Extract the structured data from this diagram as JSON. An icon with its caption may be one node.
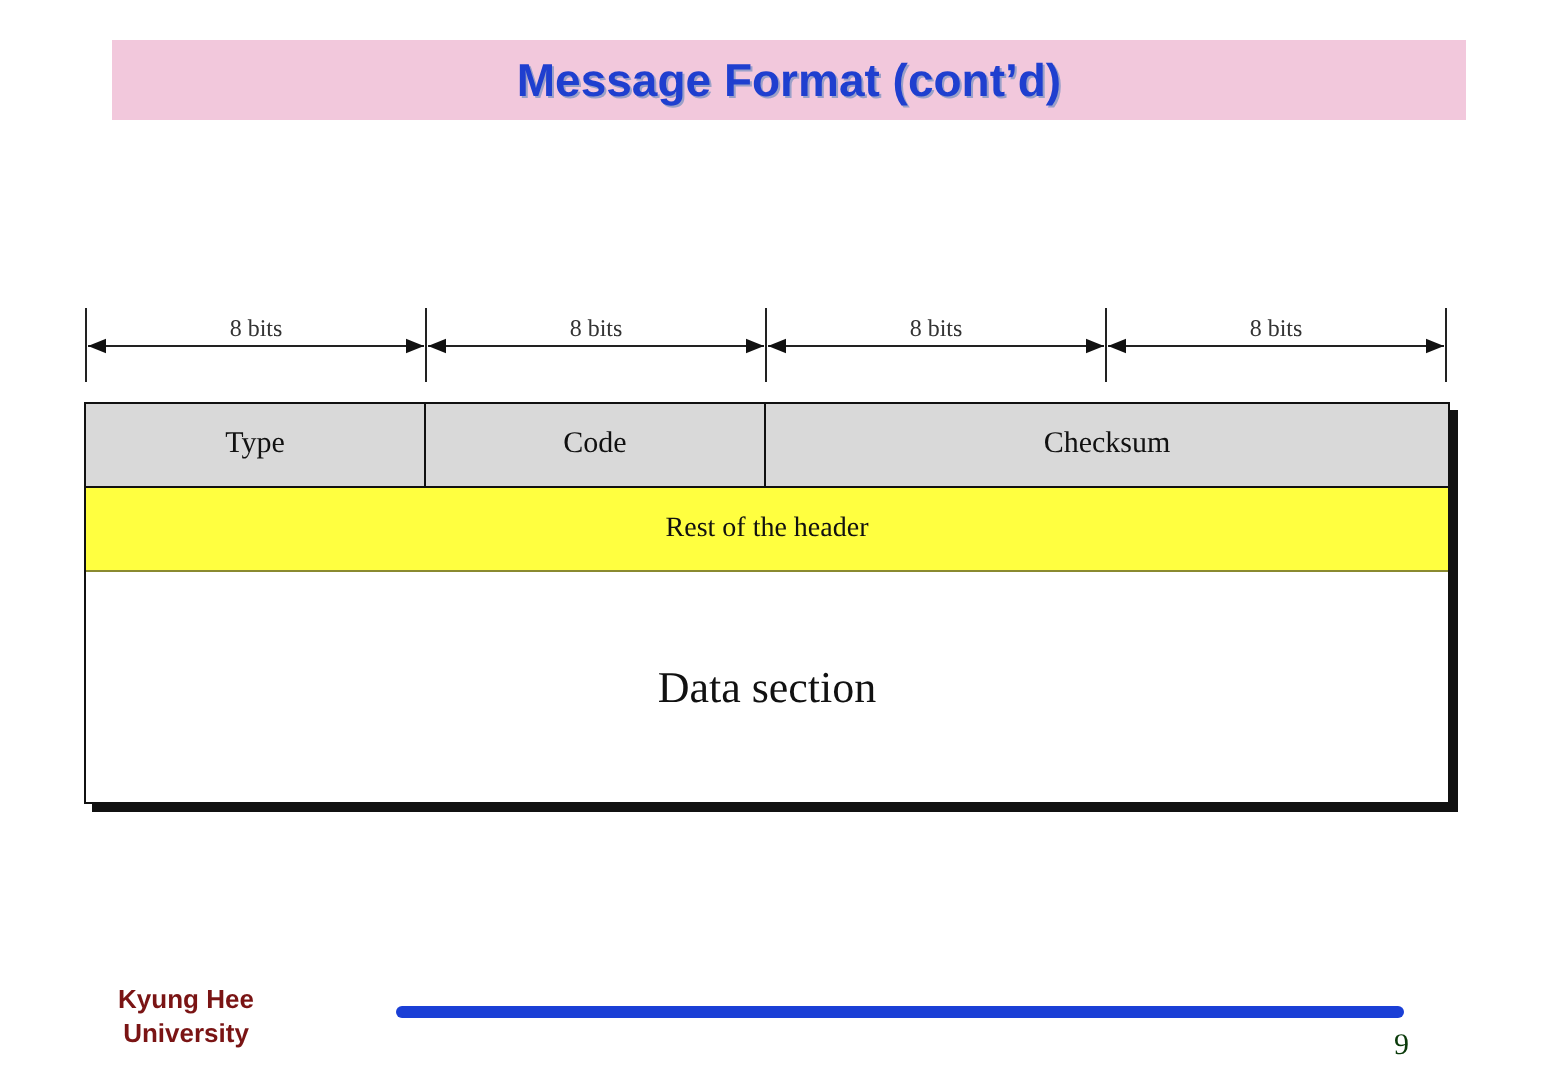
{
  "diagram": {
    "title": "Message Format (cont’d)",
    "nodes": [
      {
        "text": [
          "Type"
        ]
      },
      {
        "text": [
          "Code"
        ]
      },
      {
        "text": [
          "Checksum"
        ]
      },
      {
        "text": [
          "Rest of the header"
        ]
      },
      {
        "text": [
          "Data section"
        ]
      }
    ],
    "edges": [],
    "labels": [
      "8 bits",
      "8 bits",
      "8 bits",
      "8 bits",
      "Kyung Hee University",
      "9"
    ]
  }
}
